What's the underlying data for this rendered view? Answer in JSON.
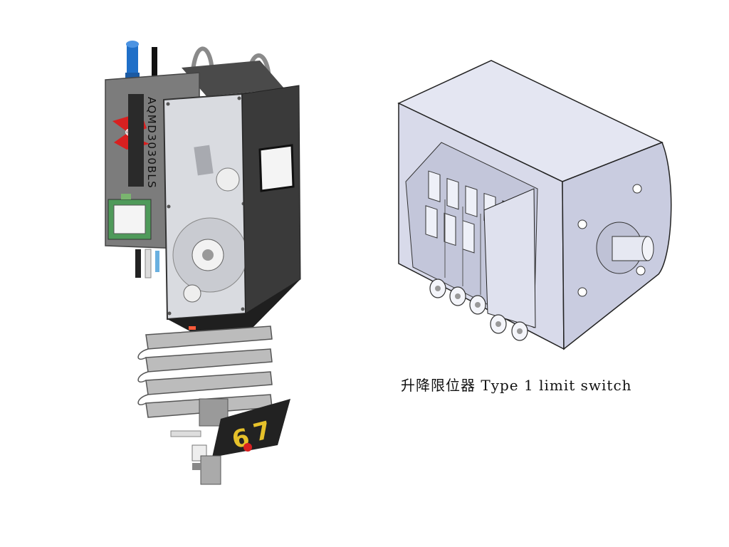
{
  "caption": "升降限位器 Type 1 limit switch",
  "left_assembly": {
    "side_label": "AQMD3030BLS",
    "badge_digits": [
      "6",
      "7"
    ]
  },
  "colors": {
    "housing": "#7c7c7c",
    "cover": "#d9dbe0",
    "dark_panel": "#3a3a3a",
    "logo_red": "#d82020",
    "knob_blue": "#1f6fc8",
    "screen_green": "#4f9a5a",
    "switch_body": "#e4e6f2",
    "badge_yellow": "#e6c12a"
  }
}
